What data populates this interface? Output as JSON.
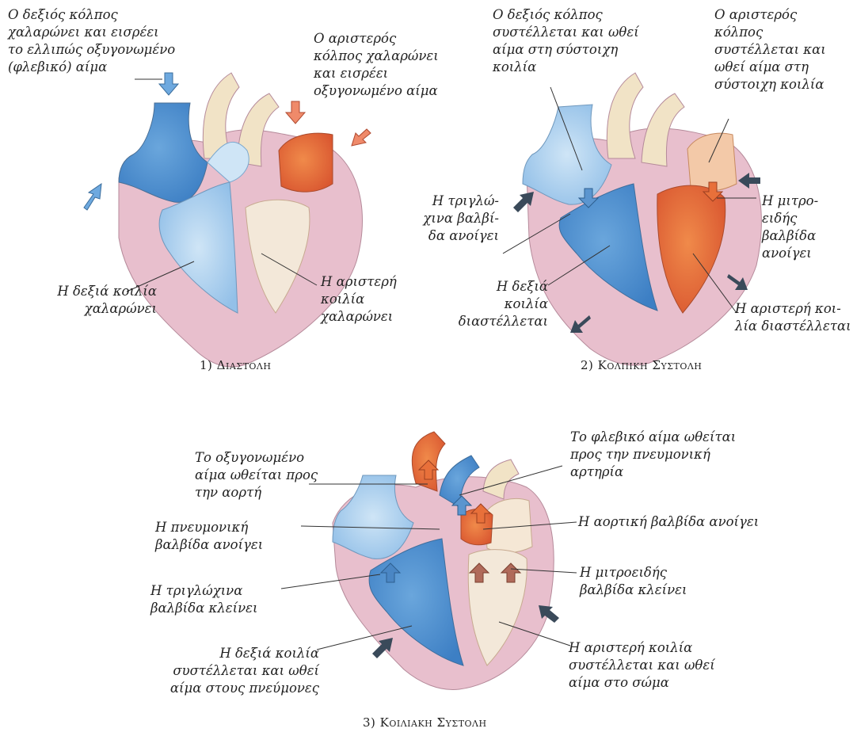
{
  "panel1": {
    "caption": "1) Διαστολη",
    "labels": {
      "right_atrium": "Ο δεξιός κόλπος\nχαλαρώνει και εισρέει\nτο ελλιπώς οξυγονωμένο\n(φλεβικό) αίμα",
      "left_atrium": "Ο αριστερός\nκόλπος χαλαρώνει\nκαι εισρέει\nοξυγονωμένο αίμα",
      "right_ventricle": "Η δεξιά κοιλία\nχαλαρώνει",
      "left_ventricle": "Η αριστερή\nκοιλία\nχαλαρώνει"
    }
  },
  "panel2": {
    "caption": "2) Κολπικη Συστολη",
    "labels": {
      "right_atrium": "Ο δεξιός κόλπος\nσυστέλλεται και ωθεί\nαίμα στη σύστοιχη\nκοιλία",
      "left_atrium": "Ο αριστερός\nκόλπος\nσυστέλλεται και\nωθεί αίμα στη\nσύστοιχη κοιλία",
      "tricuspid": "Η τριγλώ-\nχινα βαλβί-\nδα ανοίγει",
      "mitral": "Η μιτρο-\nειδής\nβαλβίδα\nανοίγει",
      "right_ventricle": "Η δεξιά\nκοιλία\nδιαστέλλεται",
      "left_ventricle": "Η αριστερή κοι-\nλία διαστέλλεται"
    }
  },
  "panel3": {
    "caption": "3) Κοιλιακη Συστολη",
    "labels": {
      "aorta": "Το οξυγονωμένο\nαίμα ωθείται προς\nτην αορτή",
      "pulmonary_artery": "Το φλεβικό αίμα ωθείται\nπρος την πνευμονική\nαρτηρία",
      "pulmonary_valve": "Η πνευμονική\nβαλβίδα ανοίγει",
      "aortic_valve": "Η αορτική βαλβίδα ανοίγει",
      "tricuspid": "Η τριγλώχινα\nβαλβίδα κλείνει",
      "mitral": "Η μιτροειδής\nβαλβίδα κλείνει",
      "right_ventricle": "Η δεξιά κοιλία\nσυστέλλεται και ωθεί\nαίμα στους πνεύμονες",
      "left_ventricle": "Η αριστερή κοιλία\nσυστέλλεται και ωθεί\nαίμα στο σώμα"
    }
  },
  "colors": {
    "deoxygenated": "#4f8fd0",
    "deoxygenated_light": "#a9cfee",
    "oxygenated": "#e8703a",
    "myocardium": "#e9c3d0",
    "tissue_light": "#f1e3c6",
    "arrow_dark": "#3a4a5a"
  }
}
